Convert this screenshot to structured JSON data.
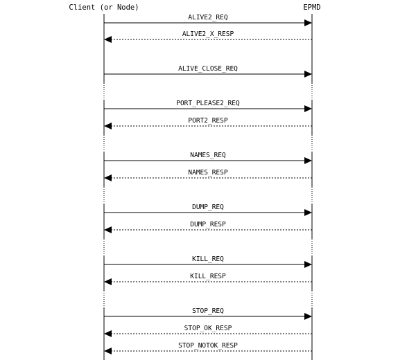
{
  "participants": {
    "client": "Client (or Node)",
    "epmd": "EPMD"
  },
  "messages": [
    {
      "label": "ALIVE2_REQ",
      "direction": "request"
    },
    {
      "label": "ALIVE2_X_RESP",
      "direction": "response"
    },
    {
      "label": "ALIVE_CLOSE_REQ",
      "direction": "request"
    },
    {
      "label": "PORT_PLEASE2_REQ",
      "direction": "request"
    },
    {
      "label": "PORT2_RESP",
      "direction": "response"
    },
    {
      "label": "NAMES_REQ",
      "direction": "request"
    },
    {
      "label": "NAMES_RESP",
      "direction": "response"
    },
    {
      "label": "DUMP_REQ",
      "direction": "request"
    },
    {
      "label": "DUMP_RESP",
      "direction": "response"
    },
    {
      "label": "KILL_REQ",
      "direction": "request"
    },
    {
      "label": "KILL_RESP",
      "direction": "response"
    },
    {
      "label": "STOP_REQ",
      "direction": "request"
    },
    {
      "label": "STOP_OK_RESP",
      "direction": "response"
    },
    {
      "label": "STOP_NOTOK_RESP",
      "direction": "response"
    }
  ],
  "colors": {
    "line": "#000000",
    "background": "#ffffff"
  }
}
